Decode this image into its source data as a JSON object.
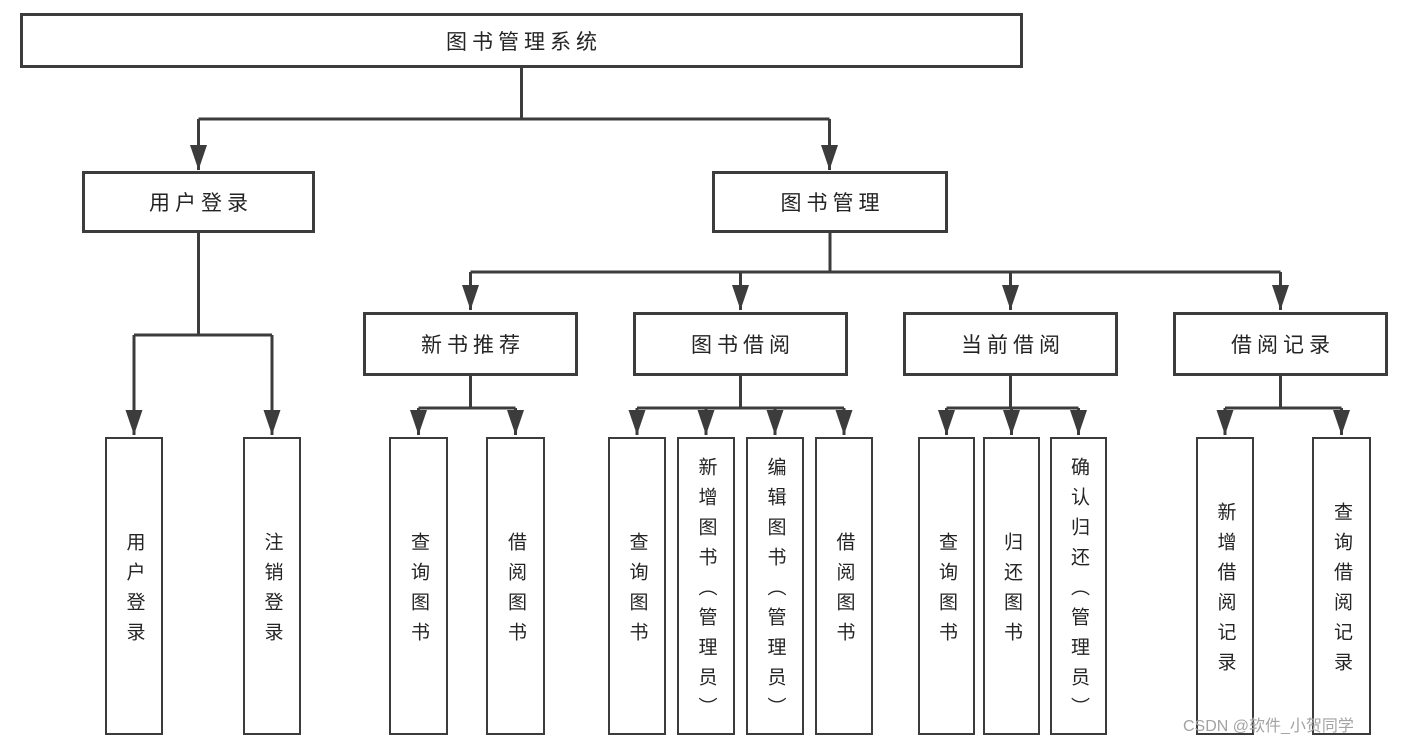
{
  "diagram": {
    "type": "hierarchy-tree",
    "root": {
      "label": "图书管理系统",
      "children": [
        {
          "label": "用户登录",
          "children": [
            {
              "label": "用户登录"
            },
            {
              "label": "注销登录"
            }
          ]
        },
        {
          "label": "图书管理",
          "children": [
            {
              "label": "新书推荐",
              "children": [
                {
                  "label": "查询图书"
                },
                {
                  "label": "借阅图书"
                }
              ]
            },
            {
              "label": "图书借阅",
              "children": [
                {
                  "label": "查询图书"
                },
                {
                  "label": "新增图书（管理员）"
                },
                {
                  "label": "编辑图书（管理员）"
                },
                {
                  "label": "借阅图书"
                }
              ]
            },
            {
              "label": "当前借阅",
              "children": [
                {
                  "label": "查询图书"
                },
                {
                  "label": "归还图书"
                },
                {
                  "label": "确认归还（管理员）"
                }
              ]
            },
            {
              "label": "借阅记录",
              "children": [
                {
                  "label": "新增借阅记录"
                },
                {
                  "label": "查询借阅记录"
                }
              ]
            }
          ]
        }
      ]
    },
    "colors": {
      "line": "#3c3c3c",
      "text": "#242424",
      "background": "#ffffff",
      "watermark": "#a3a3a3"
    }
  },
  "watermark": "CSDN @软件_小贺同学"
}
